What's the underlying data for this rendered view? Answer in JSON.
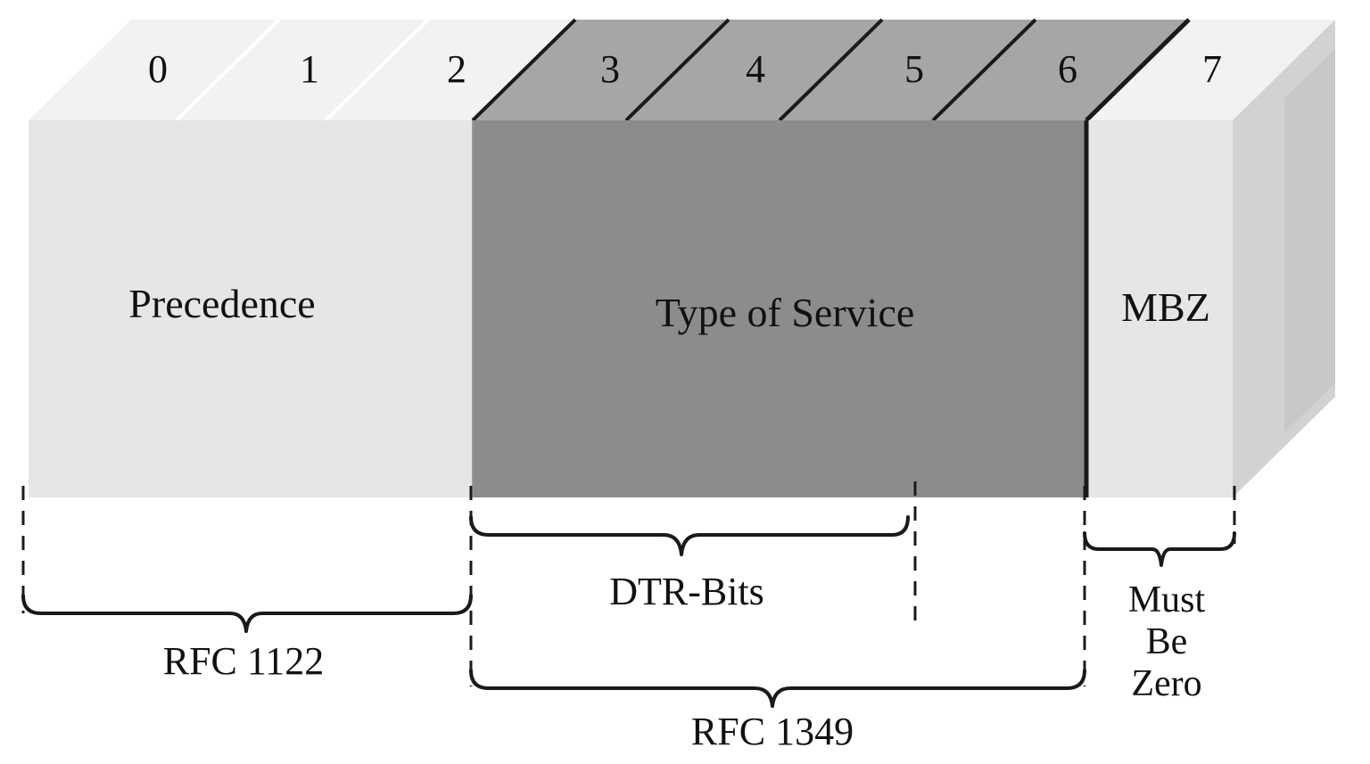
{
  "bits": [
    "0",
    "1",
    "2",
    "3",
    "4",
    "5",
    "6",
    "7"
  ],
  "fields": {
    "precedence": "Precedence",
    "type_of_service": "Type of Service",
    "mbz": "MBZ"
  },
  "braces": {
    "dtr_bits": "DTR-Bits",
    "rfc_1122": "RFC 1122",
    "rfc_1349": "RFC 1349",
    "must_be_zero": [
      "Must",
      "Be",
      "Zero"
    ]
  },
  "colors": {
    "light_face": "#e6e6e6",
    "light_top": "#f2f2f2",
    "dark_face": "#8c8c8c",
    "dark_top": "#a6a6a6",
    "side": "#d2d2d2",
    "line": "#1a1a1a"
  }
}
